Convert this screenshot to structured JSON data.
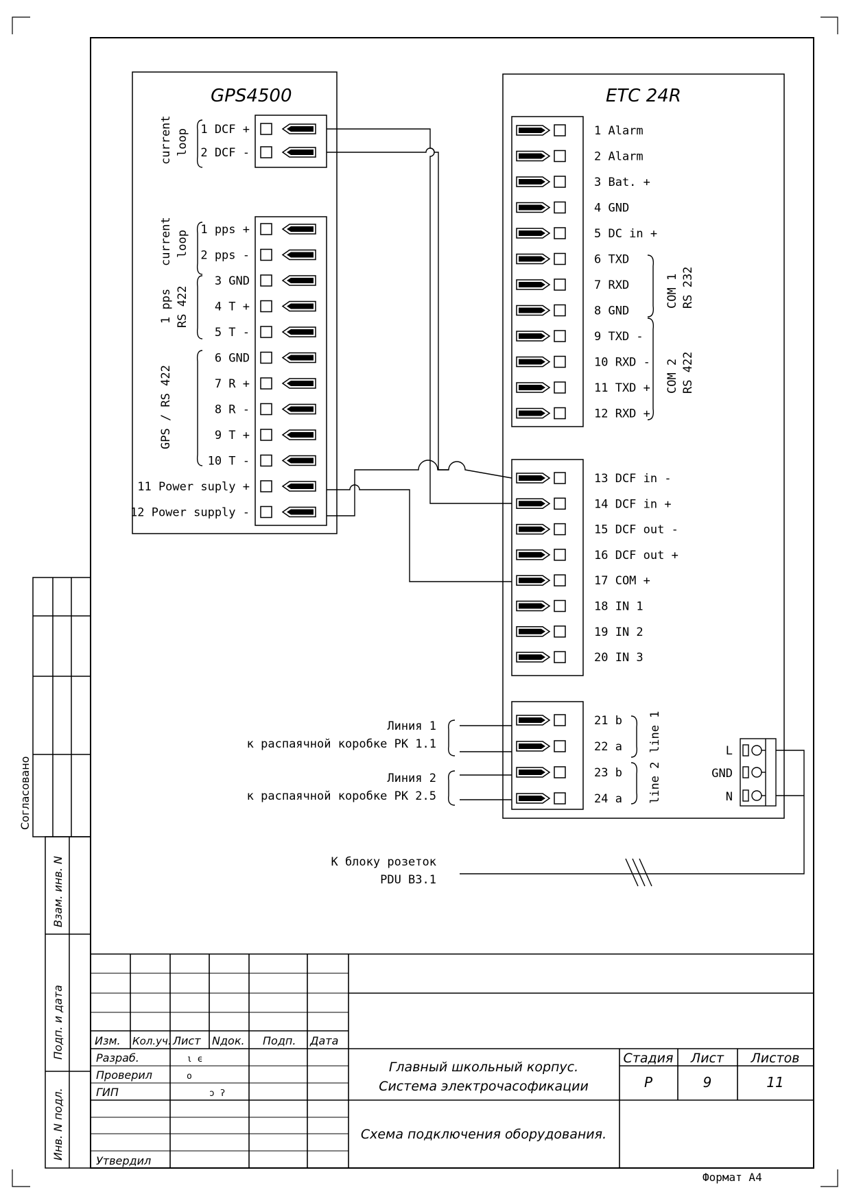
{
  "gps": {
    "title": "GPS4500",
    "group_dcf": [
      "current",
      "loop"
    ],
    "group_pps": [
      "current",
      "loop"
    ],
    "group_rs": [
      "1 pps",
      "RS 422"
    ],
    "group_gps": "GPS / RS 422",
    "dcf_labels": [
      "1 DCF +",
      "2 DCF -"
    ],
    "main_labels": [
      "1 pps +",
      "2 pps -",
      "3 GND",
      "4 T +",
      "5 T -",
      "6 GND",
      "7 R +",
      "8 R -",
      "9 T +",
      "10 T -",
      "11 Power suply +",
      "12 Power supply -"
    ]
  },
  "etc": {
    "title": "ETC 24R",
    "top_labels": [
      "1 Alarm",
      "2 Alarm",
      "3 Bat. +",
      "4 GND",
      "5 DC in +",
      "6 TXD",
      "7 RXD",
      "8 GND",
      "9 TXD -",
      "10 RXD -",
      "11 TXD +",
      "12 RXD +"
    ],
    "com1": [
      "COM 1",
      "RS 232"
    ],
    "com2": [
      "COM 2",
      "RS 422"
    ],
    "mid_labels": [
      "13 DCF in -",
      "14 DCF in +",
      "15 DCF out -",
      "16 DCF out +",
      "17 COM +",
      "18 IN 1",
      "19 IN 2",
      "20 IN 3"
    ],
    "bot_labels": [
      "21 b",
      "22 a",
      "23 b",
      "24 a"
    ],
    "line1": "line 1",
    "line2": "line 2",
    "power_labels": [
      "L",
      "GND",
      "N"
    ]
  },
  "notes": {
    "line1_title": "Линия 1",
    "line1_sub": "к распаячной коробке РК 1.1",
    "line2_title": "Линия 2",
    "line2_sub": "к распаячной коробке РК 2.5",
    "pdu_title": "К блоку розеток",
    "pdu_sub": "PDU B3.1"
  },
  "side_stamp": {
    "agreed": "Согласовано",
    "replaced": "Взам. инв. N",
    "sign_date": "Подп. и дата",
    "inv_orig": "Инв. N подл."
  },
  "title_block": {
    "headers": [
      "Изм.",
      "Кол.уч.",
      "Лист",
      "Nдок.",
      "Подп.",
      "Дата"
    ],
    "roles": [
      "Разраб.",
      "Проверил",
      "ГИП",
      "",
      "",
      "Утвердил"
    ],
    "sheet_marks": [
      "ι ϵ",
      "o",
      "ͻ   ʔ"
    ],
    "object_name": [
      "Главный школьный корпус.",
      "Система электрочасофикации"
    ],
    "drawing_name": "Схема подключения оборудования.",
    "stage_label": "Стадия",
    "sheet_label": "Лист",
    "sheets_label": "Листов",
    "stage": "Р",
    "sheet_no": "9",
    "sheets_total": "11",
    "format": "Формат А4"
  }
}
